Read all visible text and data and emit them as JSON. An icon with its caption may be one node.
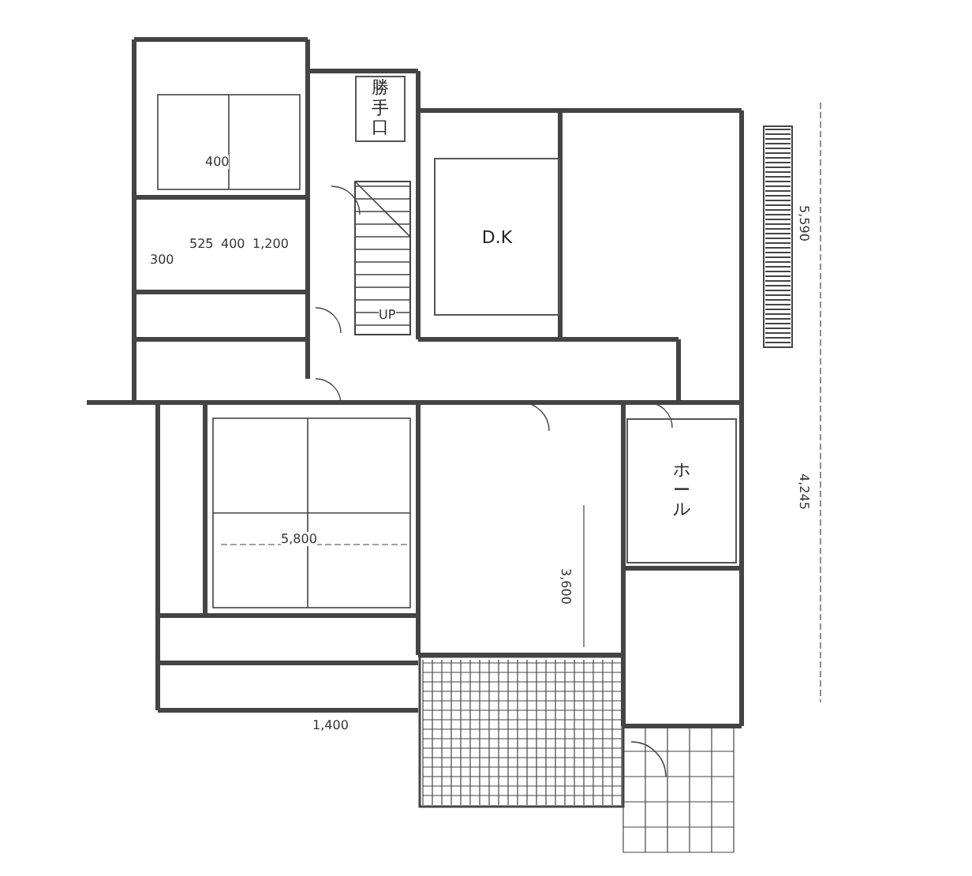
{
  "diagram": {
    "nodes": [
      {
        "text": [
          "D.K"
        ]
      },
      {
        "text": [
          "勝手口"
        ]
      },
      {
        "text": [
          "ホール"
        ]
      }
    ],
    "labels": [
      "5,590",
      "4,245",
      "5,800",
      "3,600",
      "1,400",
      "1,200",
      "525",
      "400",
      "300",
      "400",
      "UP"
    ]
  }
}
